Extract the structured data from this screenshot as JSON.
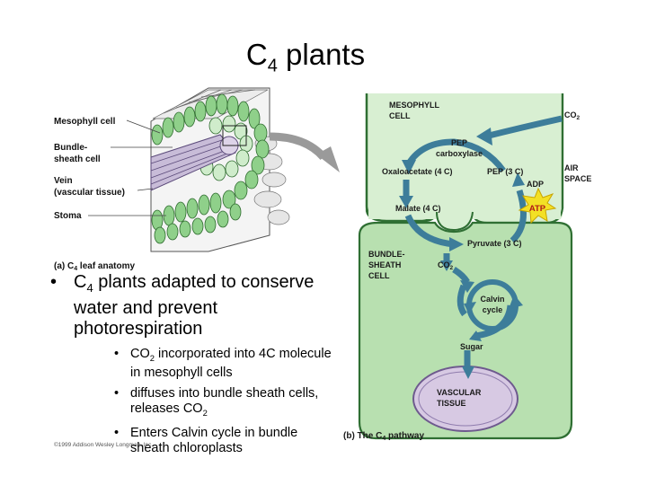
{
  "title": {
    "main": "C",
    "sub": "4",
    "rest": " plants"
  },
  "leaf_figure": {
    "labels": [
      "Mesophyll cell",
      "Bundle-",
      "sheath cell",
      "Vein",
      "(vascular tissue)",
      "Stoma"
    ],
    "caption_pre": "(a) C",
    "caption_sub": "4",
    "caption_post": " leaf anatomy"
  },
  "pathway": {
    "mesophyll_label": [
      "MESOPHYLL",
      "CELL"
    ],
    "co2_main": "CO",
    "co2_sub": "2",
    "pep_carboxylase": [
      "PEP",
      "carboxylase"
    ],
    "oxaloacetate": "Oxaloacetate (4 C)",
    "pep": "PEP (3 C)",
    "adp": "ADP",
    "atp": "ATP",
    "air_space": [
      "AIR",
      "SPACE"
    ],
    "malate": "Malate (4 C)",
    "pyruvate": "Pyruvate (3 C)",
    "bundle_sheath_label": [
      "BUNDLE-",
      "SHEATH",
      "CELL"
    ],
    "calvin": [
      "Calvin",
      "cycle"
    ],
    "sugar": "Sugar",
    "vascular_tissue": [
      "VASCULAR",
      "TISSUE"
    ],
    "caption_pre": "(b) The C",
    "caption_sub": "4",
    "caption_post": " pathway"
  },
  "bullets": {
    "main": {
      "pre": "C",
      "sub": "4",
      "post": " plants adapted to conserve water and prevent photorespiration"
    },
    "items": [
      {
        "pre": "CO",
        "sub": "2",
        "post": " incorporated into 4C molecule in mesophyll cells"
      },
      {
        "pre": "diffuses into bundle sheath cells, releases CO",
        "sub": "2",
        "post": ""
      },
      {
        "pre": "Enters Calvin cycle in bundle sheath chloroplasts",
        "sub": "",
        "post": ""
      }
    ]
  },
  "copyright": "©1999 Addison Wesley Longman, Inc.",
  "colors": {
    "mesophyll": "#d8efd2",
    "bundle_sheath": "#b8e0b0",
    "arrow": "#3d7d9a",
    "vascular": "#d7c9e3",
    "atp": "#f3e025",
    "leaf_green": "#8fd08a"
  }
}
